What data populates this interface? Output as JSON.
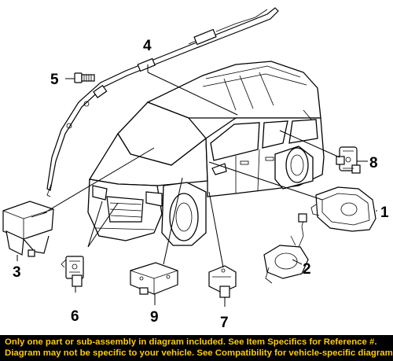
{
  "callouts": {
    "c1": "1",
    "c2": "2",
    "c3": "3",
    "c4": "4",
    "c5": "5",
    "c6": "6",
    "c7": "7",
    "c8": "8",
    "c9": "9"
  },
  "footer": {
    "line1": "Only one part or sub-assembly in diagram included. See Item Specifics for Reference #.",
    "line2": "Diagram may not be specific to your vehicle. See Compatibility for vehicle-specific diagrams."
  }
}
